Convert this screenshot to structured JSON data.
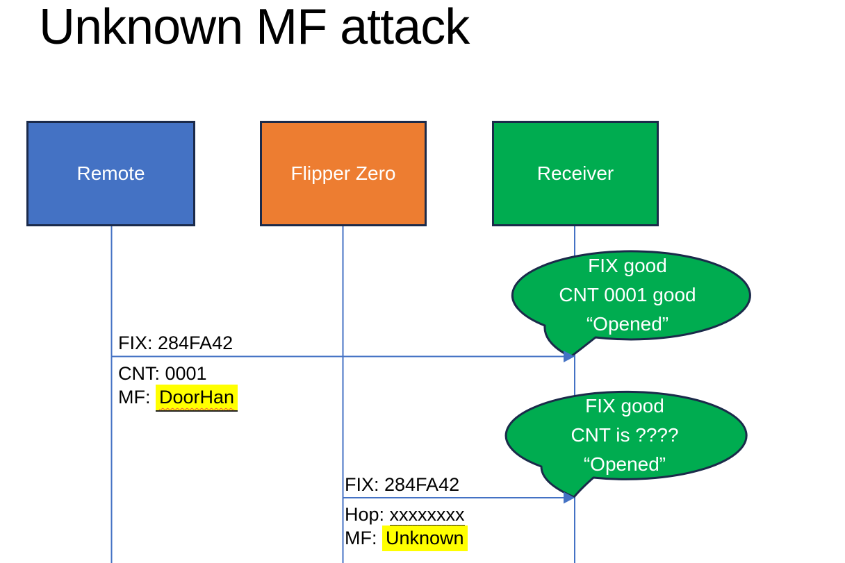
{
  "slide": {
    "title": "Unknown MF attack"
  },
  "actors": [
    {
      "name": "remote",
      "label": "Remote",
      "fill": "#4472C4"
    },
    {
      "name": "flipper-zero",
      "label": "Flipper Zero",
      "fill": "#ED7D31"
    },
    {
      "name": "receiver",
      "label": "Receiver",
      "fill": "#00AC50"
    }
  ],
  "messages": [
    {
      "from": "Remote",
      "to": "Receiver",
      "above": "FIX: 284FA42",
      "below1": "CNT: 0001",
      "below2_prefix": "MF: ",
      "below2_value": "DoorHan",
      "below2_value_highlighted": true,
      "below2_value_underlined": true
    },
    {
      "from": "Flipper Zero",
      "to": "Receiver",
      "above": "FIX: 284FA42",
      "below1_prefix": "Hop: ",
      "below1_value": "xxxxxxxx",
      "below1_value_underlined": true,
      "below2_prefix": "MF: ",
      "below2_value": "Unknown",
      "below2_value_highlighted": true
    }
  ],
  "callouts": [
    {
      "speaker": "Receiver",
      "lines": [
        "FIX good",
        "CNT 0001 good",
        "“Opened”"
      ]
    },
    {
      "speaker": "Receiver",
      "lines": [
        "FIX good",
        "CNT is ????",
        "“Opened”"
      ]
    }
  ],
  "colors": {
    "actor_remote": "#4472C4",
    "actor_flipper_zero": "#ED7D31",
    "actor_receiver": "#00AC50",
    "callout_fill": "#00AC50",
    "shape_outline": "#1B2A4A",
    "connector_blue": "#4472C4",
    "highlight_yellow": "#FFFF00",
    "squiggle_red": "#ED5C43",
    "title_text": "#000000",
    "label_text": "#000000",
    "shape_text": "#FFFFFF",
    "background": "#FFFFFF"
  }
}
